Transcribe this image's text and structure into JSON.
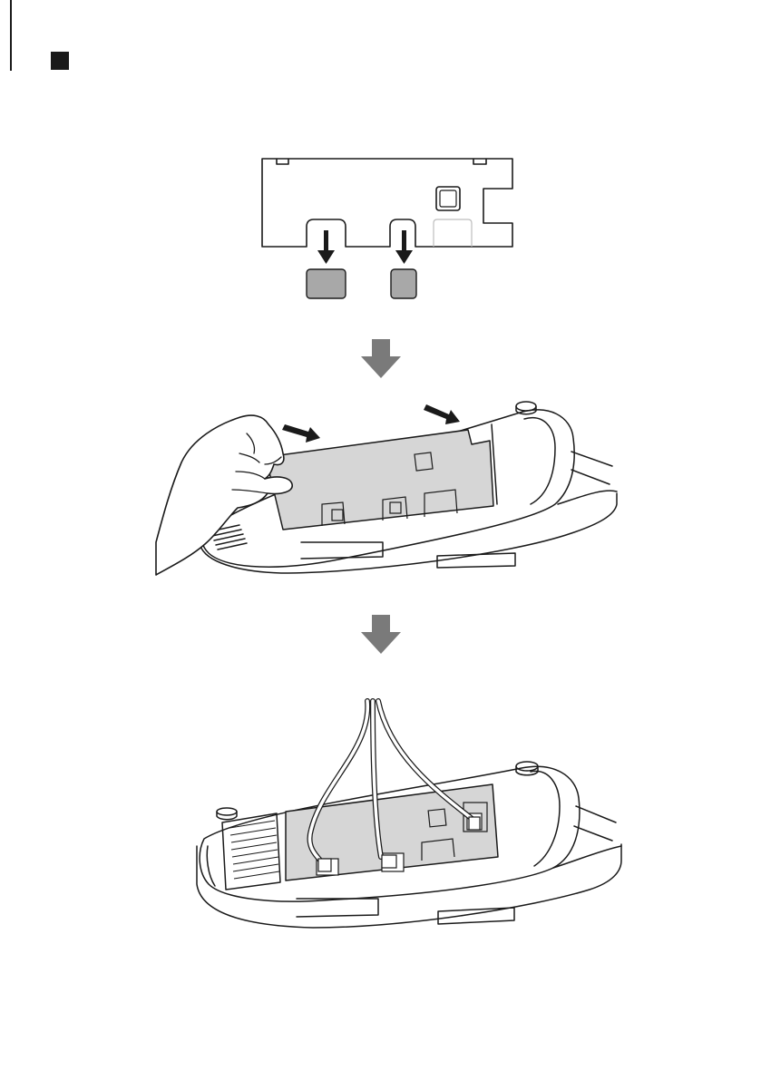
{
  "document": {
    "type": "instruction-illustration",
    "section_marker": "filled-square-icon",
    "steps": [
      {
        "name": "cover-cutouts",
        "icon": "cable-cover-panel-illustration"
      },
      {
        "name": "attach-cover",
        "icon": "hand-attaching-cover-illustration"
      },
      {
        "name": "cables-routed",
        "icon": "projector-cables-connected-illustration"
      }
    ],
    "flow_arrow_icon": "down-arrow-icon",
    "colors": {
      "line": "#1a1a1a",
      "cover_fill": "#d6d6d6",
      "cutout_fill": "#a8a8a8",
      "flow_arrow": "#7a7a7a",
      "background": "#ffffff"
    }
  }
}
